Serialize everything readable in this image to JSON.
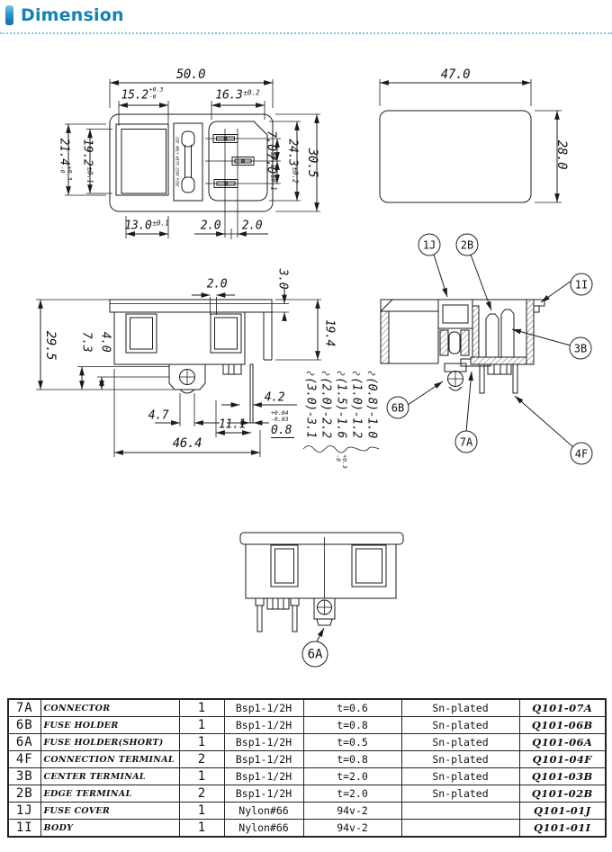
{
  "header": {
    "title": "Dimension"
  },
  "front": {
    "w": {
      "v": "50.0"
    },
    "fuse_w": {
      "v": "15.2",
      "t1": "+0.3",
      "t2": "-0"
    },
    "inlet_w": {
      "v": "16.3",
      "t": "±0.2"
    },
    "win_h_outer": {
      "v": "21.4",
      "t1": "+0.3",
      "t2": "-0"
    },
    "win_h_inner": {
      "v": "19.2",
      "t": "±0.1"
    },
    "bottom_w": {
      "v": "13.0",
      "t": "±0.1"
    },
    "pin_off_l": {
      "v": "2.0"
    },
    "pin_off_r": {
      "v": "2.0"
    },
    "pin_pitch_top": {
      "v": "7.0",
      "t": "±0.1"
    },
    "pin_pitch_bot": {
      "v": "7.0",
      "t": "±0.1"
    },
    "inlet_h": {
      "v": "24.3",
      "t": "±0.2"
    },
    "h": {
      "v": "30.5"
    },
    "fuse_cover_text": "USE ONLY WITH 250V FUSE"
  },
  "cutout": {
    "w": {
      "v": "47.0"
    },
    "h": {
      "v": "28.0"
    }
  },
  "side": {
    "h": {
      "v": "29.5"
    },
    "holder_h": {
      "v": "7.3"
    },
    "step_h": {
      "v": "4.0"
    },
    "wall": {
      "v": "2.0"
    },
    "flange_t": {
      "v": "3.0"
    },
    "depth": {
      "v": "19.4"
    },
    "screw_w": {
      "v": "4.7"
    },
    "pin_span": {
      "v": "11.1"
    },
    "len": {
      "v": "46.4"
    },
    "pin_len": {
      "v": "4.2"
    },
    "pin_t": {
      "v": "0.8",
      "t1": "+0.04",
      "t2": "-0.03"
    },
    "panel": {
      "opts": [
        "(3.0)-3.1",
        "(2.0)-2.2",
        "(1.5)-1.6",
        "(1.0)-1.2",
        "(0.8)-1.0"
      ],
      "t1": "+0.3",
      "t2": "-0"
    }
  },
  "section": {
    "callouts": [
      "1J",
      "2B",
      "1I",
      "3B",
      "6B",
      "7A",
      "4F"
    ]
  },
  "rear": {
    "callout": "6A"
  },
  "table": {
    "rows": [
      {
        "id": "7A",
        "name": "CONNECTOR",
        "qty": "1",
        "material": "Bsp1-1/2H",
        "spec": "t=0.6",
        "plating": "Sn-plated",
        "part": "Q101-07A"
      },
      {
        "id": "6B",
        "name": "FUSE HOLDER",
        "qty": "1",
        "material": "Bsp1-1/2H",
        "spec": "t=0.8",
        "plating": "Sn-plated",
        "part": "Q101-06B"
      },
      {
        "id": "6A",
        "name": "FUSE HOLDER(SHORT)",
        "qty": "1",
        "material": "Bsp1-1/2H",
        "spec": "t=0.5",
        "plating": "Sn-plated",
        "part": "Q101-06A"
      },
      {
        "id": "4F",
        "name": "CONNECTION TERMINAL",
        "qty": "2",
        "material": "Bsp1-1/2H",
        "spec": "t=0.8",
        "plating": "Sn-plated",
        "part": "Q101-04F"
      },
      {
        "id": "3B",
        "name": "CENTER TERMINAL",
        "qty": "1",
        "material": "Bsp1-1/2H",
        "spec": "t=2.0",
        "plating": "Sn-plated",
        "part": "Q101-03B"
      },
      {
        "id": "2B",
        "name": "EDGE TERMINAL",
        "qty": "2",
        "material": "Bsp1-1/2H",
        "spec": "t=2.0",
        "plating": "Sn-plated",
        "part": "Q101-02B"
      },
      {
        "id": "1J",
        "name": "FUSE COVER",
        "qty": "1",
        "material": "Nylon#66",
        "spec": "94v-2",
        "plating": "",
        "part": "Q101-01J"
      },
      {
        "id": "1I",
        "name": "BODY",
        "qty": "1",
        "material": "Nylon#66",
        "spec": "94v-2",
        "plating": "",
        "part": "Q101-01I"
      }
    ]
  }
}
